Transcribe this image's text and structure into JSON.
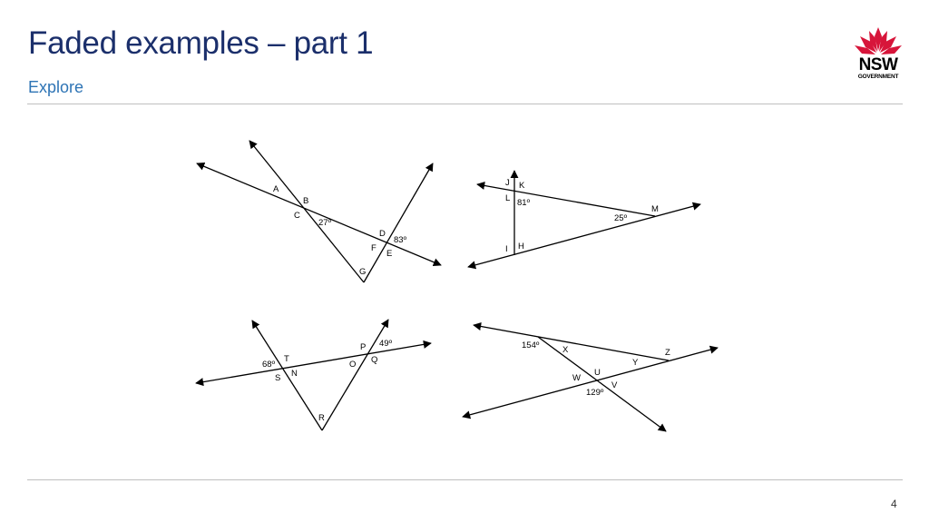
{
  "slide": {
    "title": "Faded examples – part 1",
    "subtitle": "Explore",
    "page_number": "4"
  },
  "logo": {
    "name": "NSW",
    "sub": "GOVERNMENT",
    "waratah_color": "#d7153a"
  },
  "diagram1": {
    "labels": [
      "A",
      "B",
      "C",
      "27º",
      "D",
      "83º",
      "F",
      "E",
      "G"
    ]
  },
  "diagram2": {
    "labels": [
      "J",
      "K",
      "L",
      "81º",
      "M",
      "25º",
      "I",
      "H"
    ]
  },
  "diagram3": {
    "labels": [
      "P",
      "49º",
      "T",
      "68º",
      "S",
      "N",
      "O",
      "Q",
      "R"
    ]
  },
  "diagram4": {
    "labels": [
      "154º",
      "X",
      "Z",
      "Y",
      "W",
      "U",
      "V",
      "129º"
    ]
  }
}
